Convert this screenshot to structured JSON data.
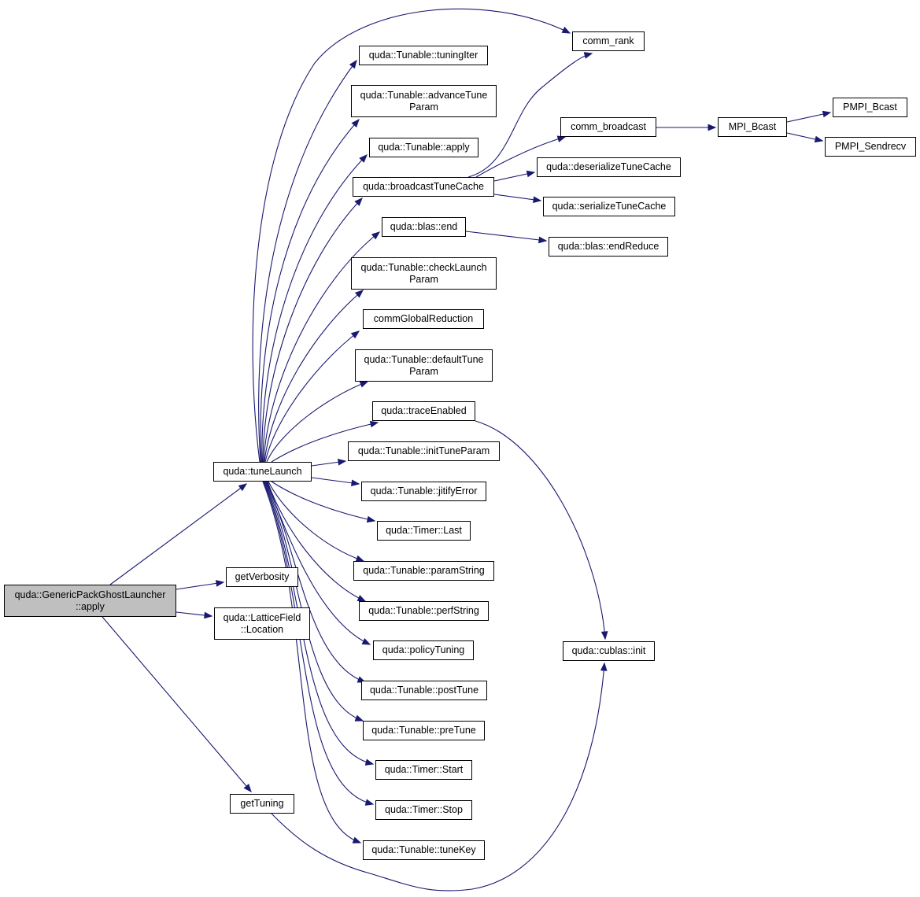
{
  "colors": {
    "edge": "#191970",
    "root_fill": "#bfbfbf",
    "node_fill": "#ffffff",
    "border": "#000000"
  },
  "nodes": {
    "root": [
      "quda::GenericPackGhostLauncher",
      "::apply"
    ],
    "tuneLaunch": [
      "quda::tuneLaunch"
    ],
    "getVerbosity": [
      "getVerbosity"
    ],
    "location": [
      "quda::LatticeField",
      "::Location"
    ],
    "getTuning": [
      "getTuning"
    ],
    "commRank": [
      "comm_rank"
    ],
    "tuningIter": [
      "quda::Tunable::tuningIter"
    ],
    "advanceTuneParam": [
      "quda::Tunable::advanceTune",
      "Param"
    ],
    "tunableApply": [
      "quda::Tunable::apply"
    ],
    "broadcastTuneCache": [
      "quda::broadcastTuneCache"
    ],
    "blasEnd": [
      "quda::blas::end"
    ],
    "checkLaunchParam": [
      "quda::Tunable::checkLaunch",
      "Param"
    ],
    "commGlobalReduction": [
      "commGlobalReduction"
    ],
    "defaultTuneParam": [
      "quda::Tunable::defaultTune",
      "Param"
    ],
    "traceEnabled": [
      "quda::traceEnabled"
    ],
    "initTuneParam": [
      "quda::Tunable::initTuneParam"
    ],
    "jitifyError": [
      "quda::Tunable::jitifyError"
    ],
    "timerLast": [
      "quda::Timer::Last"
    ],
    "paramString": [
      "quda::Tunable::paramString"
    ],
    "perfString": [
      "quda::Tunable::perfString"
    ],
    "policyTuning": [
      "quda::policyTuning"
    ],
    "postTune": [
      "quda::Tunable::postTune"
    ],
    "preTune": [
      "quda::Tunable::preTune"
    ],
    "timerStart": [
      "quda::Timer::Start"
    ],
    "timerStop": [
      "quda::Timer::Stop"
    ],
    "tuneKey": [
      "quda::Tunable::tuneKey"
    ],
    "commBroadcast": [
      "comm_broadcast"
    ],
    "deserializeTuneCache": [
      "quda::deserializeTuneCache"
    ],
    "serializeTuneCache": [
      "quda::serializeTuneCache"
    ],
    "endReduce": [
      "quda::blas::endReduce"
    ],
    "cublasInit": [
      "quda::cublas::init"
    ],
    "mpiBcast": [
      "MPI_Bcast"
    ],
    "pmpiBcast": [
      "PMPI_Bcast"
    ],
    "pmpiSendrecv": [
      "PMPI_Sendrecv"
    ]
  },
  "edges": [
    [
      "root",
      "tuneLaunch"
    ],
    [
      "root",
      "getVerbosity"
    ],
    [
      "root",
      "location"
    ],
    [
      "root",
      "getTuning"
    ],
    [
      "getTuning",
      "cublasInit"
    ],
    [
      "tuneLaunch",
      "commRank"
    ],
    [
      "tuneLaunch",
      "tuningIter"
    ],
    [
      "tuneLaunch",
      "advanceTuneParam"
    ],
    [
      "tuneLaunch",
      "tunableApply"
    ],
    [
      "tuneLaunch",
      "broadcastTuneCache"
    ],
    [
      "tuneLaunch",
      "blasEnd"
    ],
    [
      "tuneLaunch",
      "checkLaunchParam"
    ],
    [
      "tuneLaunch",
      "commGlobalReduction"
    ],
    [
      "tuneLaunch",
      "defaultTuneParam"
    ],
    [
      "tuneLaunch",
      "traceEnabled"
    ],
    [
      "tuneLaunch",
      "initTuneParam"
    ],
    [
      "tuneLaunch",
      "jitifyError"
    ],
    [
      "tuneLaunch",
      "timerLast"
    ],
    [
      "tuneLaunch",
      "paramString"
    ],
    [
      "tuneLaunch",
      "perfString"
    ],
    [
      "tuneLaunch",
      "policyTuning"
    ],
    [
      "tuneLaunch",
      "postTune"
    ],
    [
      "tuneLaunch",
      "preTune"
    ],
    [
      "tuneLaunch",
      "timerStart"
    ],
    [
      "tuneLaunch",
      "timerStop"
    ],
    [
      "tuneLaunch",
      "tuneKey"
    ],
    [
      "broadcastTuneCache",
      "commRank"
    ],
    [
      "broadcastTuneCache",
      "commBroadcast"
    ],
    [
      "broadcastTuneCache",
      "deserializeTuneCache"
    ],
    [
      "broadcastTuneCache",
      "serializeTuneCache"
    ],
    [
      "blasEnd",
      "endReduce"
    ],
    [
      "traceEnabled",
      "cublasInit"
    ],
    [
      "commBroadcast",
      "mpiBcast"
    ],
    [
      "mpiBcast",
      "pmpiBcast"
    ],
    [
      "mpiBcast",
      "pmpiSendrecv"
    ]
  ]
}
